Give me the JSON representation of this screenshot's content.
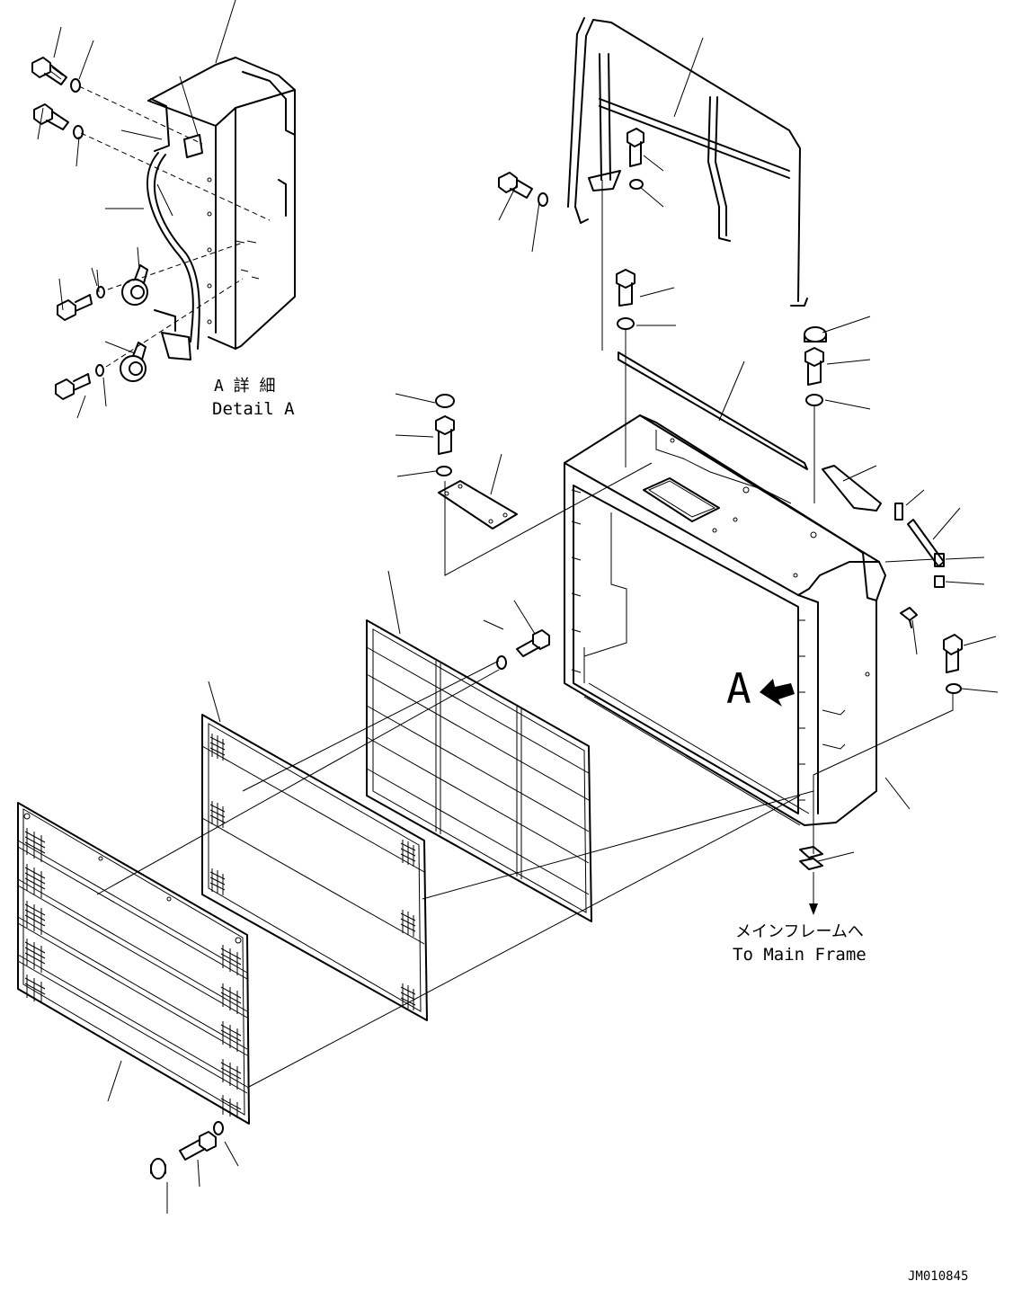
{
  "detail_label": {
    "ja": "A 詳 細",
    "en": "Detail A"
  },
  "callout_label": "A",
  "destination_note": {
    "ja": "メインフレームへ",
    "en": "To Main Frame"
  },
  "drawing_number": "JM010845",
  "colors": {
    "line": "#000000",
    "background": "#ffffff"
  }
}
